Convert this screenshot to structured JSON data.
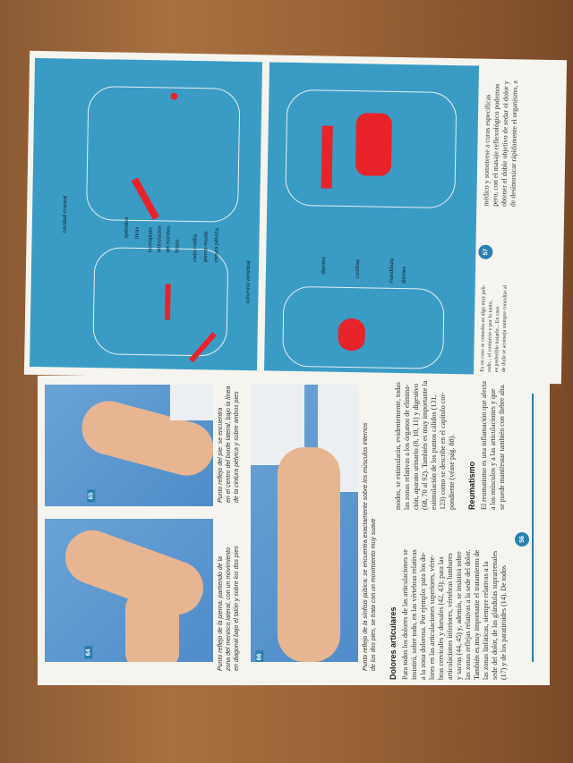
{
  "top_page": {
    "page_number": "57",
    "diagram_labels_left": [
      "cavidad craneal",
      "apéndice",
      "tórax",
      "homóplato",
      "articulación",
      "del hombro",
      "brazo",
      "codo-rodilla",
      "pierna-muslo",
      "cintura pélvica",
      "columna vertebral"
    ],
    "diagram_labels_right": [
      "dientes",
      "costillas",
      "mandíbula",
      "dientes"
    ],
    "text": [
      "médico y someterse a curas específicas",
      "pero, con el masaje reflexológico podemos",
      "obtener el doble objetivo de sedar el dolor y",
      "de desintoxicar rápidamente el organismo, a"
    ],
    "text_lower": [
      "Es un caso se consulta en algo muy peli-",
      "rado... el comercio y por lo tanto,",
      "es preferible tratarlo... En caso",
      "de duda se aconseja siempre consultar al"
    ]
  },
  "bottom_page": {
    "page_number": "56",
    "photos": [
      {
        "number": "65",
        "caption": [
          "Punto reflejo del pie: se encuentra",
          "en el centro del borde lateral, bajo la línea",
          "de la cintura pélvica y sobre ambos pies"
        ]
      },
      {
        "number": "64",
        "caption": [
          "Punto reflejo de la pierna: partiendo de la",
          "zona del menisco lateral, con un movimiento",
          "en diagonal bajo el talón y sobre los dos pies"
        ]
      },
      {
        "number": "66",
        "caption": [
          "Punto reflejo de la sínfisis púbica: se encuentra exactamente sobre los músculos internos",
          "de los dos pies, se trata con un movimiento muy suave"
        ]
      }
    ],
    "section1": {
      "heading": "Dolores articulares",
      "paragraph": [
        "Para todos los dolores de las articulaciones se",
        "insistirá, sobre todo, en las vértebras relativas",
        "a la zona dolorosa. Por ejemplo: para los do-",
        "lores en las articulaciones superiores, vérte-",
        "bras cervicales y dorsales (42, 43); para las",
        "articulaciones inferiores, vértebras lumbares",
        "y sacras (44, 45) y, además, se insistirá sobre",
        "las zonas reflejas relativas a la sede del dolor.",
        "También es muy importante el tratamiento de",
        "las zonas linfáticas, siempre relativas a la",
        "sede del dolor, de las glándulas suprarrenales",
        "(17) y de los paratiroides (14). De todos"
      ]
    },
    "column2": [
      "modos, se estimularán, evidentemente, todas",
      "las zonas relativas a los órganos de elimina-",
      "ción, aparato urinario (8, 10, 11) y digestivo",
      "(68, 70 al 92). También es muy importante la",
      "estimulación de los puntos cálidos (131,",
      "123) como se describe en el capítulo cor-",
      "pondiente (véase pág. 88)."
    ],
    "section2": {
      "heading": "Reumatismo",
      "paragraph": [
        "El reumatismo es una inflamación que afecta",
        "a los músculos y a las articulaciones y que",
        "se puede manifestar también con fiebre alta."
      ]
    }
  },
  "colors": {
    "diagram_blue": "#3a9cc4",
    "reflex_red": "#e8232a",
    "accent": "#2a7fb0"
  }
}
